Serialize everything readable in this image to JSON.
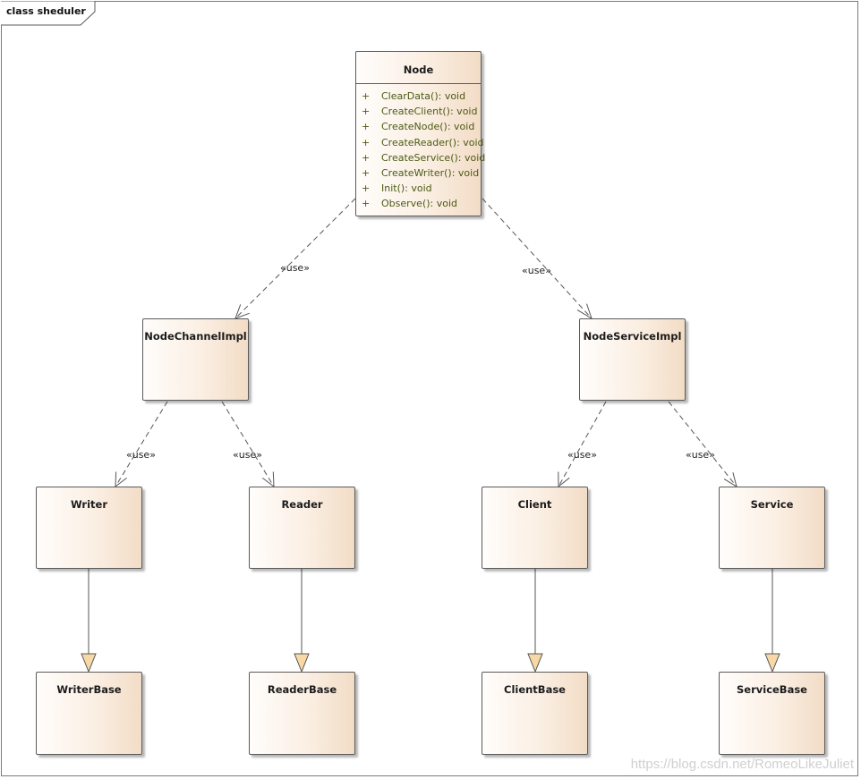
{
  "frame": {
    "title": "class sheduler"
  },
  "classes": {
    "node": {
      "name": "Node",
      "operations": [
        {
          "visibility": "+",
          "signature": "ClearData(): void"
        },
        {
          "visibility": "+",
          "signature": "CreateClient(): void"
        },
        {
          "visibility": "+",
          "signature": "CreateNode(): void"
        },
        {
          "visibility": "+",
          "signature": "CreateReader(): void"
        },
        {
          "visibility": "+",
          "signature": "CreateService(): void"
        },
        {
          "visibility": "+",
          "signature": "CreateWriter(): void"
        },
        {
          "visibility": "+",
          "signature": "Init(): void"
        },
        {
          "visibility": "+",
          "signature": "Observe(): void"
        }
      ]
    },
    "node_channel_impl": {
      "name": "NodeChannelImpl"
    },
    "node_service_impl": {
      "name": "NodeServiceImpl"
    },
    "writer": {
      "name": "Writer"
    },
    "reader": {
      "name": "Reader"
    },
    "client": {
      "name": "Client"
    },
    "service": {
      "name": "Service"
    },
    "writer_base": {
      "name": "WriterBase"
    },
    "reader_base": {
      "name": "ReaderBase"
    },
    "client_base": {
      "name": "ClientBase"
    },
    "service_base": {
      "name": "ServiceBase"
    }
  },
  "relations": {
    "use_label": "«use»",
    "dependencies": [
      {
        "from": "Node",
        "to": "NodeChannelImpl",
        "stereotype": "«use»"
      },
      {
        "from": "Node",
        "to": "NodeServiceImpl",
        "stereotype": "«use»"
      },
      {
        "from": "NodeChannelImpl",
        "to": "Writer",
        "stereotype": "«use»"
      },
      {
        "from": "NodeChannelImpl",
        "to": "Reader",
        "stereotype": "«use»"
      },
      {
        "from": "NodeServiceImpl",
        "to": "Client",
        "stereotype": "«use»"
      },
      {
        "from": "NodeServiceImpl",
        "to": "Service",
        "stereotype": "«use»"
      }
    ],
    "generalizations": [
      {
        "from": "Writer",
        "to": "WriterBase"
      },
      {
        "from": "Reader",
        "to": "ReaderBase"
      },
      {
        "from": "Client",
        "to": "ClientBase"
      },
      {
        "from": "Service",
        "to": "ServiceBase"
      }
    ]
  },
  "colors": {
    "box_border": "#5b5b5b",
    "box_fill_light": "#fffdfb",
    "box_fill_dark": "#f2dcc6",
    "operation_text": "#4b5a14",
    "generalization_arrow_fill": "#f8d9a6"
  },
  "watermark": "https://blog.csdn.net/RomeoLikeJuliet"
}
